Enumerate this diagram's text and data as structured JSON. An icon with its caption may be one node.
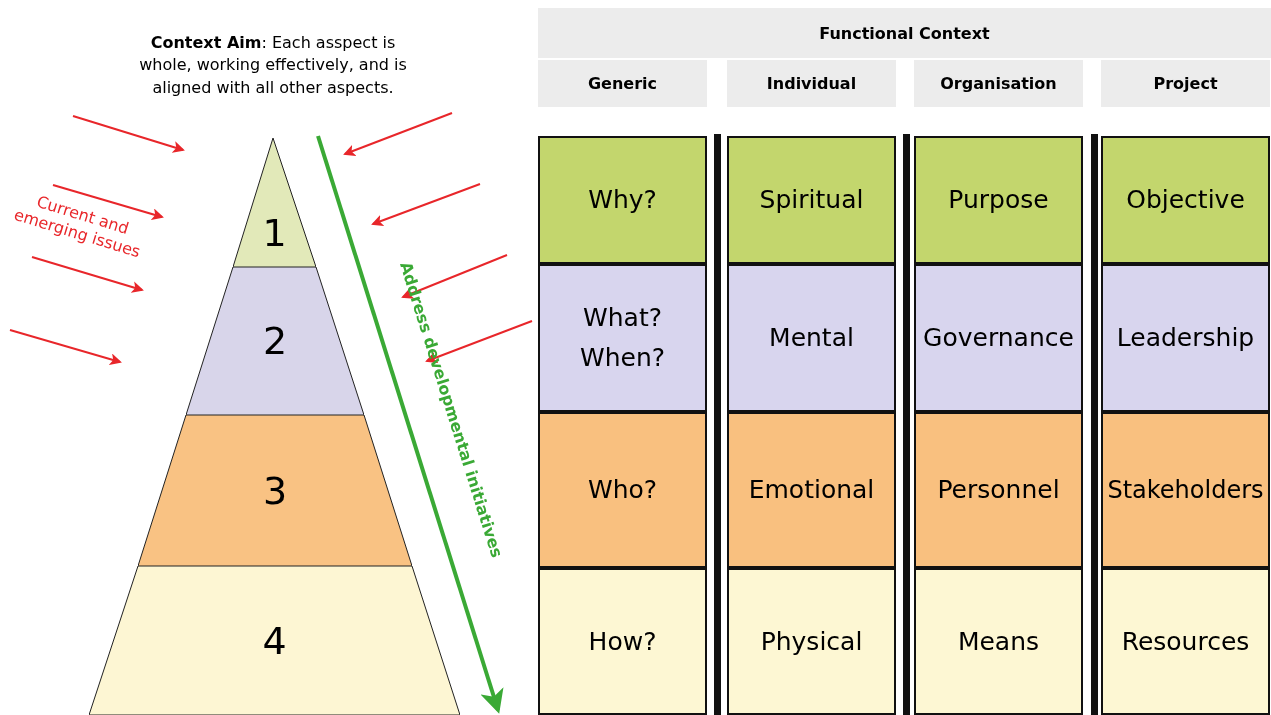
{
  "diagram": {
    "nodes": [
      {
        "text": [
          "1"
        ]
      },
      {
        "text": [
          "2"
        ]
      },
      {
        "text": [
          "3"
        ]
      },
      {
        "text": [
          "4"
        ]
      },
      {
        "text": [
          "Functional Context"
        ]
      },
      {
        "text": [
          "Generic"
        ]
      },
      {
        "text": [
          "Individual"
        ]
      },
      {
        "text": [
          "Organisation"
        ]
      },
      {
        "text": [
          "Project"
        ]
      },
      {
        "text": [
          "Why?"
        ]
      },
      {
        "text": [
          "Spiritual"
        ]
      },
      {
        "text": [
          "Purpose"
        ]
      },
      {
        "text": [
          "Objective"
        ]
      },
      {
        "text": [
          "What? When?"
        ]
      },
      {
        "text": [
          "Mental"
        ]
      },
      {
        "text": [
          "Governance"
        ]
      },
      {
        "text": [
          "Leadership"
        ]
      },
      {
        "text": [
          "Who?"
        ]
      },
      {
        "text": [
          "Emotional"
        ]
      },
      {
        "text": [
          "Personnel"
        ]
      },
      {
        "text": [
          "Stakeholders"
        ]
      },
      {
        "text": [
          "How?"
        ]
      },
      {
        "text": [
          "Physical"
        ]
      },
      {
        "text": [
          "Means"
        ]
      },
      {
        "text": [
          "Resources"
        ]
      }
    ],
    "edges": [],
    "labels": [
      "**Context Aim**: Each asspect is whole, working effectively, and is aligned with all other aspects.",
      "Current and emerging issues",
      "Address developmental initiatives"
    ]
  }
}
